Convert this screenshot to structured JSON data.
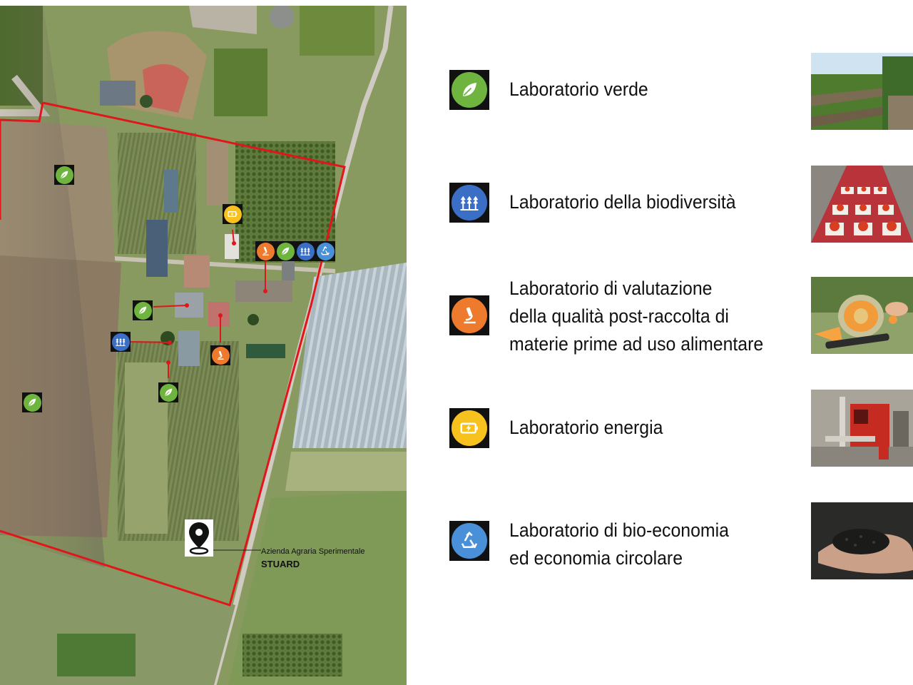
{
  "colors": {
    "verde": "#6fb43f",
    "biodiversita": "#3b6fc6",
    "qualita": "#ee7a2d",
    "energia": "#f7c21d",
    "bioeconomia": "#4a90d9",
    "boundary": "#e0161b"
  },
  "map": {
    "boundary_color": "#e0161b",
    "pin": {
      "icon": "location-pin-icon",
      "line1": "Azienda Agraria Sperimentale",
      "line2": "STUARD"
    },
    "markers": [
      {
        "lab": "verde",
        "icon": "leaf-icon"
      },
      {
        "lab": "energia",
        "icon": "battery-icon"
      },
      {
        "lab": "qualita",
        "icon": "microscope-icon"
      },
      {
        "lab": "verde",
        "icon": "leaf-icon"
      },
      {
        "lab": "biodiversita",
        "icon": "tree-row-icon"
      },
      {
        "lab": "bioeconomia",
        "icon": "recycle-icon"
      },
      {
        "lab": "verde",
        "icon": "leaf-icon"
      },
      {
        "lab": "biodiversita",
        "icon": "tree-row-icon"
      },
      {
        "lab": "qualita",
        "icon": "microscope-icon"
      },
      {
        "lab": "verde",
        "icon": "leaf-icon"
      },
      {
        "lab": "verde",
        "icon": "leaf-icon"
      }
    ]
  },
  "legend": [
    {
      "key": "verde",
      "icon": "leaf-icon",
      "lines": [
        "Laboratorio verde"
      ],
      "photo": "field-plots-photo"
    },
    {
      "key": "biodiversita",
      "icon": "tree-row-icon",
      "lines": [
        "Laboratorio della biodiversità"
      ],
      "photo": "tomato-samples-photo"
    },
    {
      "key": "qualita",
      "icon": "microscope-icon",
      "lines": [
        "Laboratorio di valutazione",
        "della qualità post-raccolta di",
        "materie prime ad uso alimentare"
      ],
      "photo": "melon-refractometer-photo"
    },
    {
      "key": "energia",
      "icon": "battery-icon",
      "lines": [
        "Laboratorio energia"
      ],
      "photo": "boiler-room-photo"
    },
    {
      "key": "bioeconomia",
      "icon": "recycle-icon",
      "lines": [
        "Laboratorio di bio-economia",
        "ed economia circolare"
      ],
      "photo": "biochar-hand-photo"
    }
  ]
}
